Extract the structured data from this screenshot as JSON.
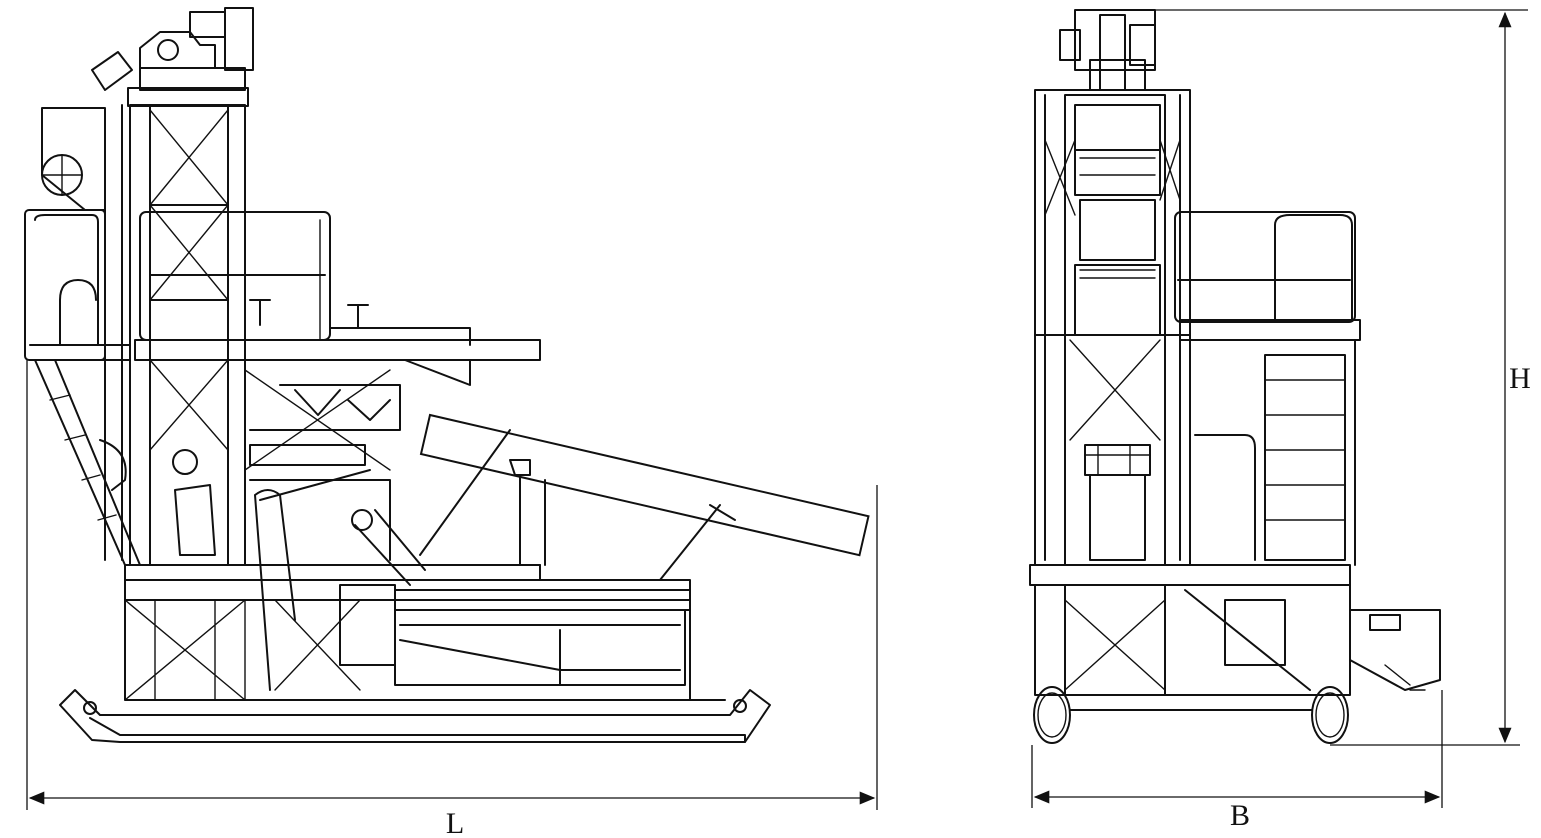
{
  "labels": {
    "length": "L",
    "width": "B",
    "height": "H"
  }
}
